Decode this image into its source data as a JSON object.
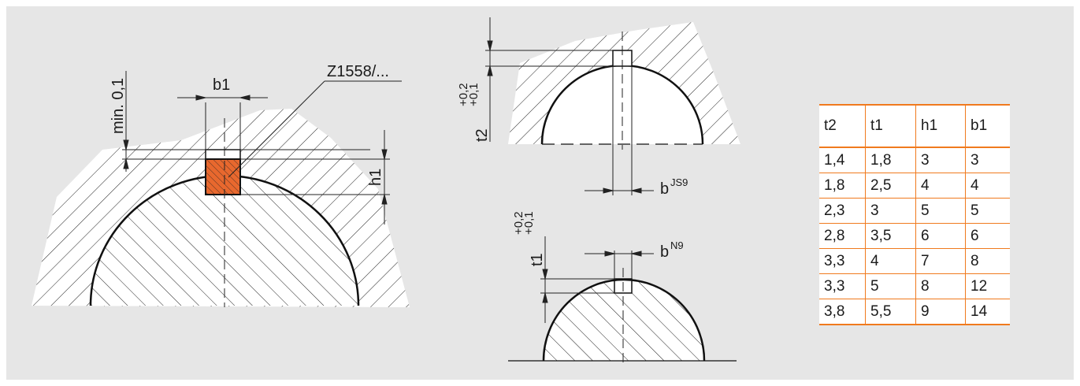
{
  "labels": {
    "min": "min. 0,1",
    "b1": "b1",
    "part": "Z1558/...",
    "h1": "h1",
    "t2": "t2",
    "t1": "t1",
    "tol_upper": "+0,2",
    "tol_lower": "+0,1",
    "b_js9": "b",
    "js9": "JS9",
    "b_n9": "b",
    "n9": "N9"
  },
  "table": {
    "headers": [
      "t2",
      "t1",
      "h1",
      "b1"
    ],
    "rows": [
      [
        "1,4",
        "1,8",
        "3",
        "3"
      ],
      [
        "1,8",
        "2,5",
        "4",
        "4"
      ],
      [
        "2,3",
        "3",
        "5",
        "5"
      ],
      [
        "2,8",
        "3,5",
        "6",
        "6"
      ],
      [
        "3,3",
        "4",
        "7",
        "8"
      ],
      [
        "3,3",
        "5",
        "8",
        "12"
      ],
      [
        "3,8",
        "5,5",
        "9",
        "14"
      ]
    ]
  },
  "colors": {
    "key": "#e8682e",
    "table_border": "#f07a1e"
  }
}
